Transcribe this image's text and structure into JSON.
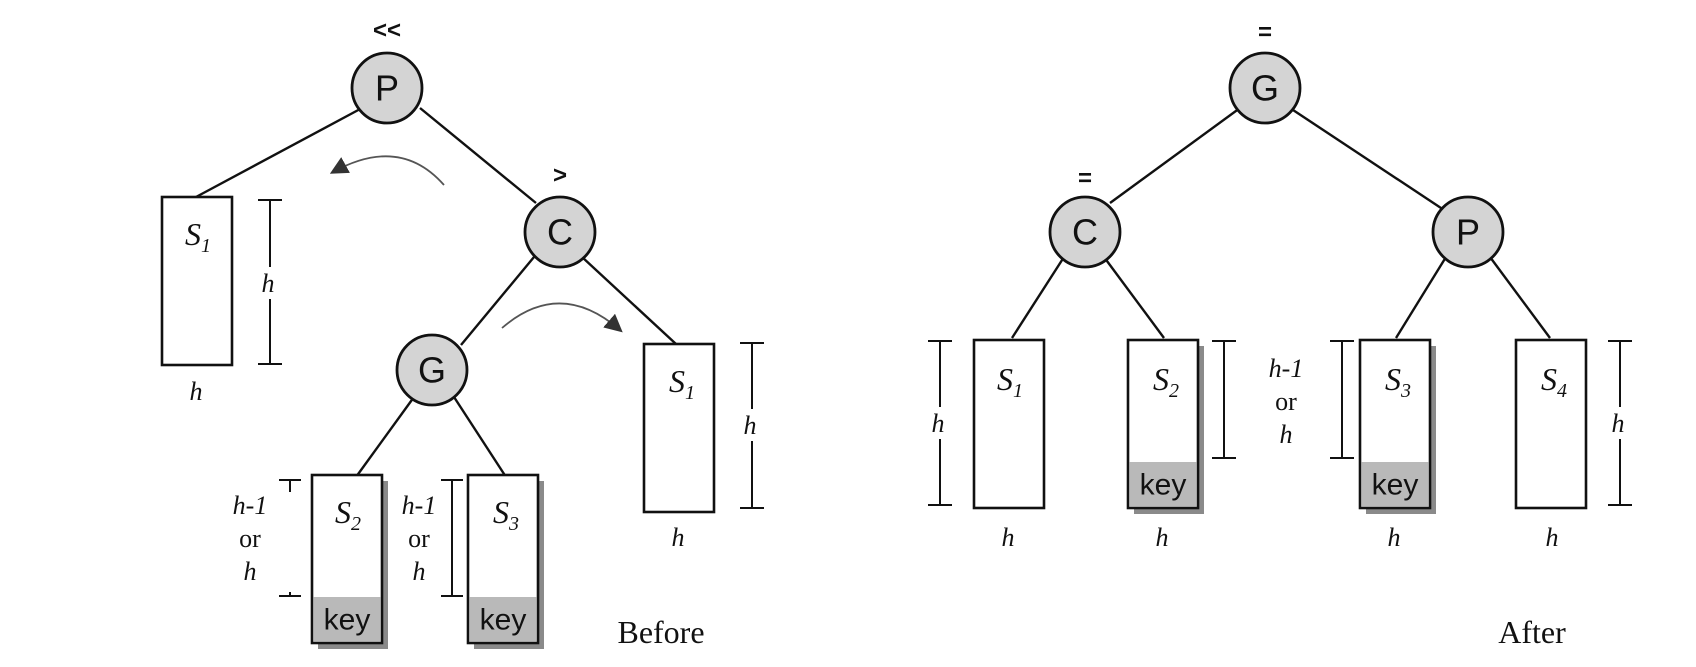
{
  "before": {
    "caption": "Before",
    "nodes": [
      {
        "label": "P",
        "balance": "<<"
      },
      {
        "label": "C",
        "balance": ">"
      },
      {
        "label": "G",
        "balance": ""
      }
    ],
    "subtrees": [
      {
        "name": "S1",
        "bottom_label": "h",
        "side_label": [
          "h"
        ],
        "key": ""
      },
      {
        "name": "S2",
        "bottom_label": "",
        "side_label": [
          "h-1",
          "or",
          "h"
        ],
        "key": "key"
      },
      {
        "name": "S3",
        "bottom_label": "",
        "side_label": [
          "h-1",
          "or",
          "h"
        ],
        "key": "key"
      },
      {
        "name": "S1",
        "bottom_label": "h",
        "side_label": [
          "h"
        ],
        "key": ""
      }
    ]
  },
  "after": {
    "caption": "After",
    "nodes": [
      {
        "label": "G",
        "balance": "="
      },
      {
        "label": "C",
        "balance": "="
      },
      {
        "label": "P",
        "balance": ""
      }
    ],
    "subtrees": [
      {
        "name": "S1",
        "bottom_label": "h",
        "side_label": [
          "h"
        ],
        "key": ""
      },
      {
        "name": "S2",
        "bottom_label": "h",
        "side_label": [],
        "key": "key"
      },
      {
        "name": "S3",
        "bottom_label": "h",
        "side_label": [
          "h-1",
          "or",
          "h"
        ],
        "key": "key"
      },
      {
        "name": "S4",
        "bottom_label": "h",
        "side_label": [
          "h"
        ],
        "key": ""
      }
    ]
  }
}
